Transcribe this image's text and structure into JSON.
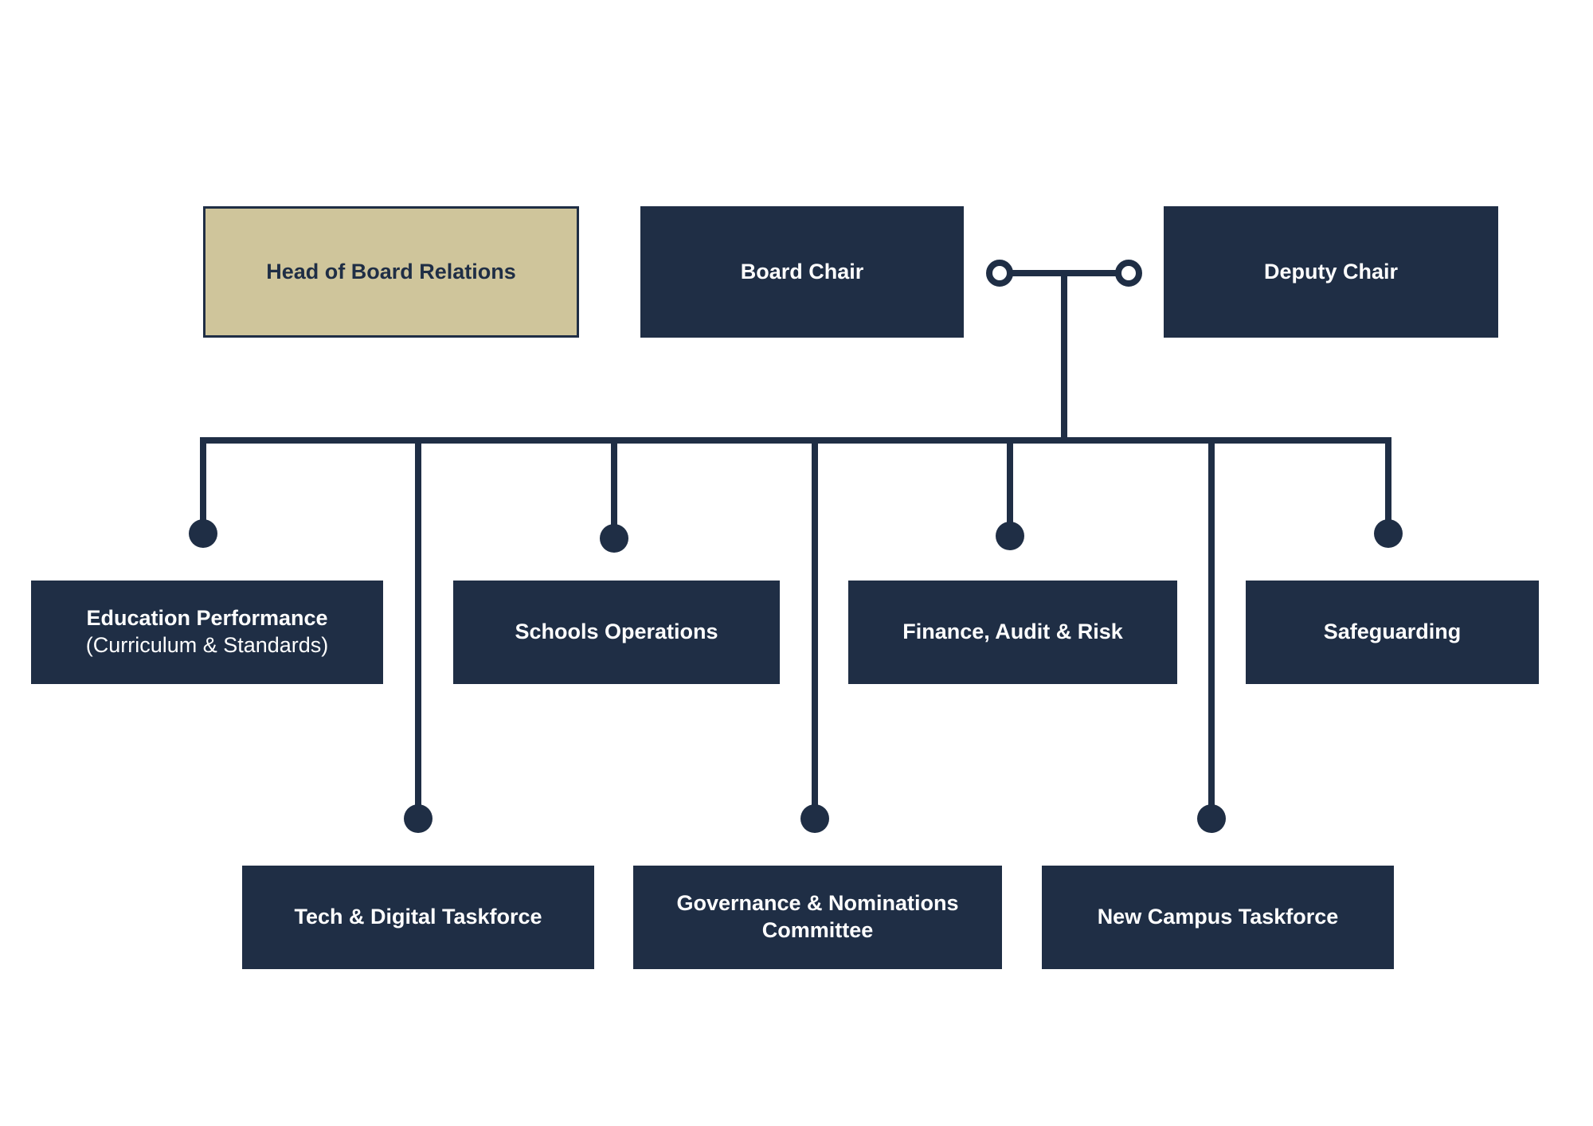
{
  "colors": {
    "navy": "#1f2e45",
    "accent": "#cfc59b",
    "text_light": "#ffffff",
    "text_dark": "#1f2e45"
  },
  "leadership": {
    "head_of_board_relations": "Head of Board Relations",
    "board_chair": "Board Chair",
    "deputy_chair": "Deputy Chair"
  },
  "committees_row1": [
    {
      "line1": "Education Performance",
      "line2": "(Curriculum & Standards)"
    },
    {
      "line1": "Schools Operations"
    },
    {
      "line1": "Finance, Audit & Risk"
    },
    {
      "line1": "Safeguarding"
    }
  ],
  "committees_row2": [
    {
      "line1": "Tech & Digital Taskforce"
    },
    {
      "line1": "Governance & Nominations",
      "line2": "Committee"
    },
    {
      "line1": "New Campus Taskforce"
    }
  ]
}
